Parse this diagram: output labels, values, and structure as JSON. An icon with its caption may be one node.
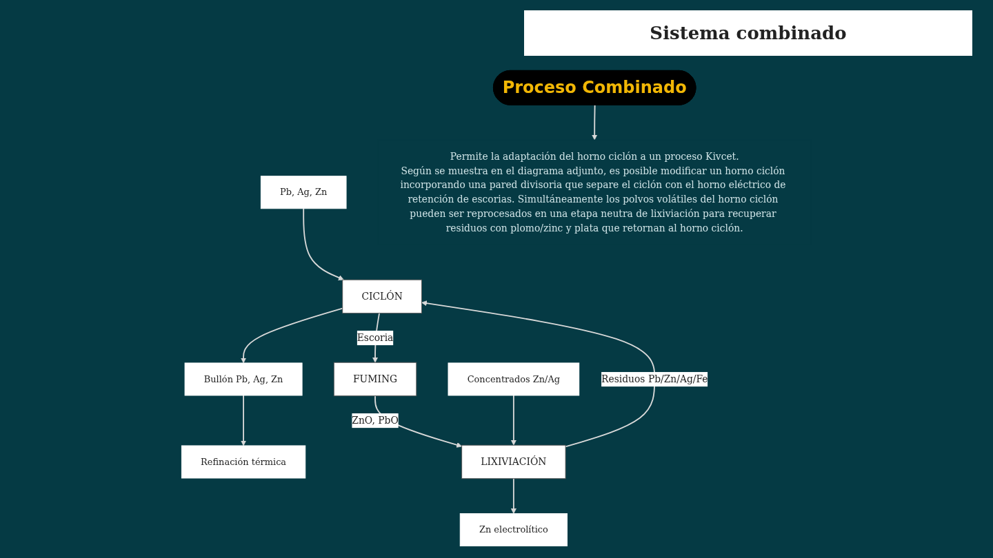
{
  "diagram": {
    "title": "Sistema combinado",
    "nodes": [
      {
        "text": [
          "Proceso Combinado"
        ]
      },
      {
        "text": [
          "Permite la adaptación del horno ciclón a un proceso Kivcet.",
          "Según se muestra en el diagrama adjunto, es posible modificar un horno ciclón incorporando una pared divisoria que separe el ciclón con el horno eléctrico de retención de escorias. Simultáneamente los polvos volátiles del horno ciclón pueden ser reprocesados en una etapa neutra de lixiviación para recuperar residuos con plomo/zinc y plata que retornan al horno ciclón."
        ]
      },
      {
        "text": [
          "Pb, Ag, Zn"
        ]
      },
      {
        "text": [
          "CICLÓN"
        ]
      },
      {
        "text": [
          "FUMING"
        ]
      },
      {
        "text": [
          "Bullón Pb, Ag, Zn"
        ]
      },
      {
        "text": [
          "Refinación térmica"
        ]
      },
      {
        "text": [
          "Concentrados Zn/Ag"
        ]
      },
      {
        "text": [
          "LIXIVIACIÓN"
        ]
      },
      {
        "text": [
          "Zn electrolítico"
        ]
      }
    ],
    "edges": [
      {
        "from": 0,
        "to": 1,
        "arrow": "to"
      },
      {
        "from": 2,
        "to": 3,
        "arrow": "to"
      },
      {
        "from": 3,
        "to": 4,
        "arrow": "to",
        "label": "Escoria"
      },
      {
        "from": 3,
        "to": 5,
        "arrow": "to"
      },
      {
        "from": 5,
        "to": 6,
        "arrow": "to"
      },
      {
        "from": 4,
        "to": 8,
        "arrow": "to",
        "label": "ZnO, PbO"
      },
      {
        "from": 7,
        "to": 8,
        "arrow": "to"
      },
      {
        "from": 8,
        "to": 3,
        "arrow": "to",
        "label": "Residuos Pb/Zn/Ag/Fe"
      },
      {
        "from": 8,
        "to": 9,
        "arrow": "to"
      }
    ]
  }
}
